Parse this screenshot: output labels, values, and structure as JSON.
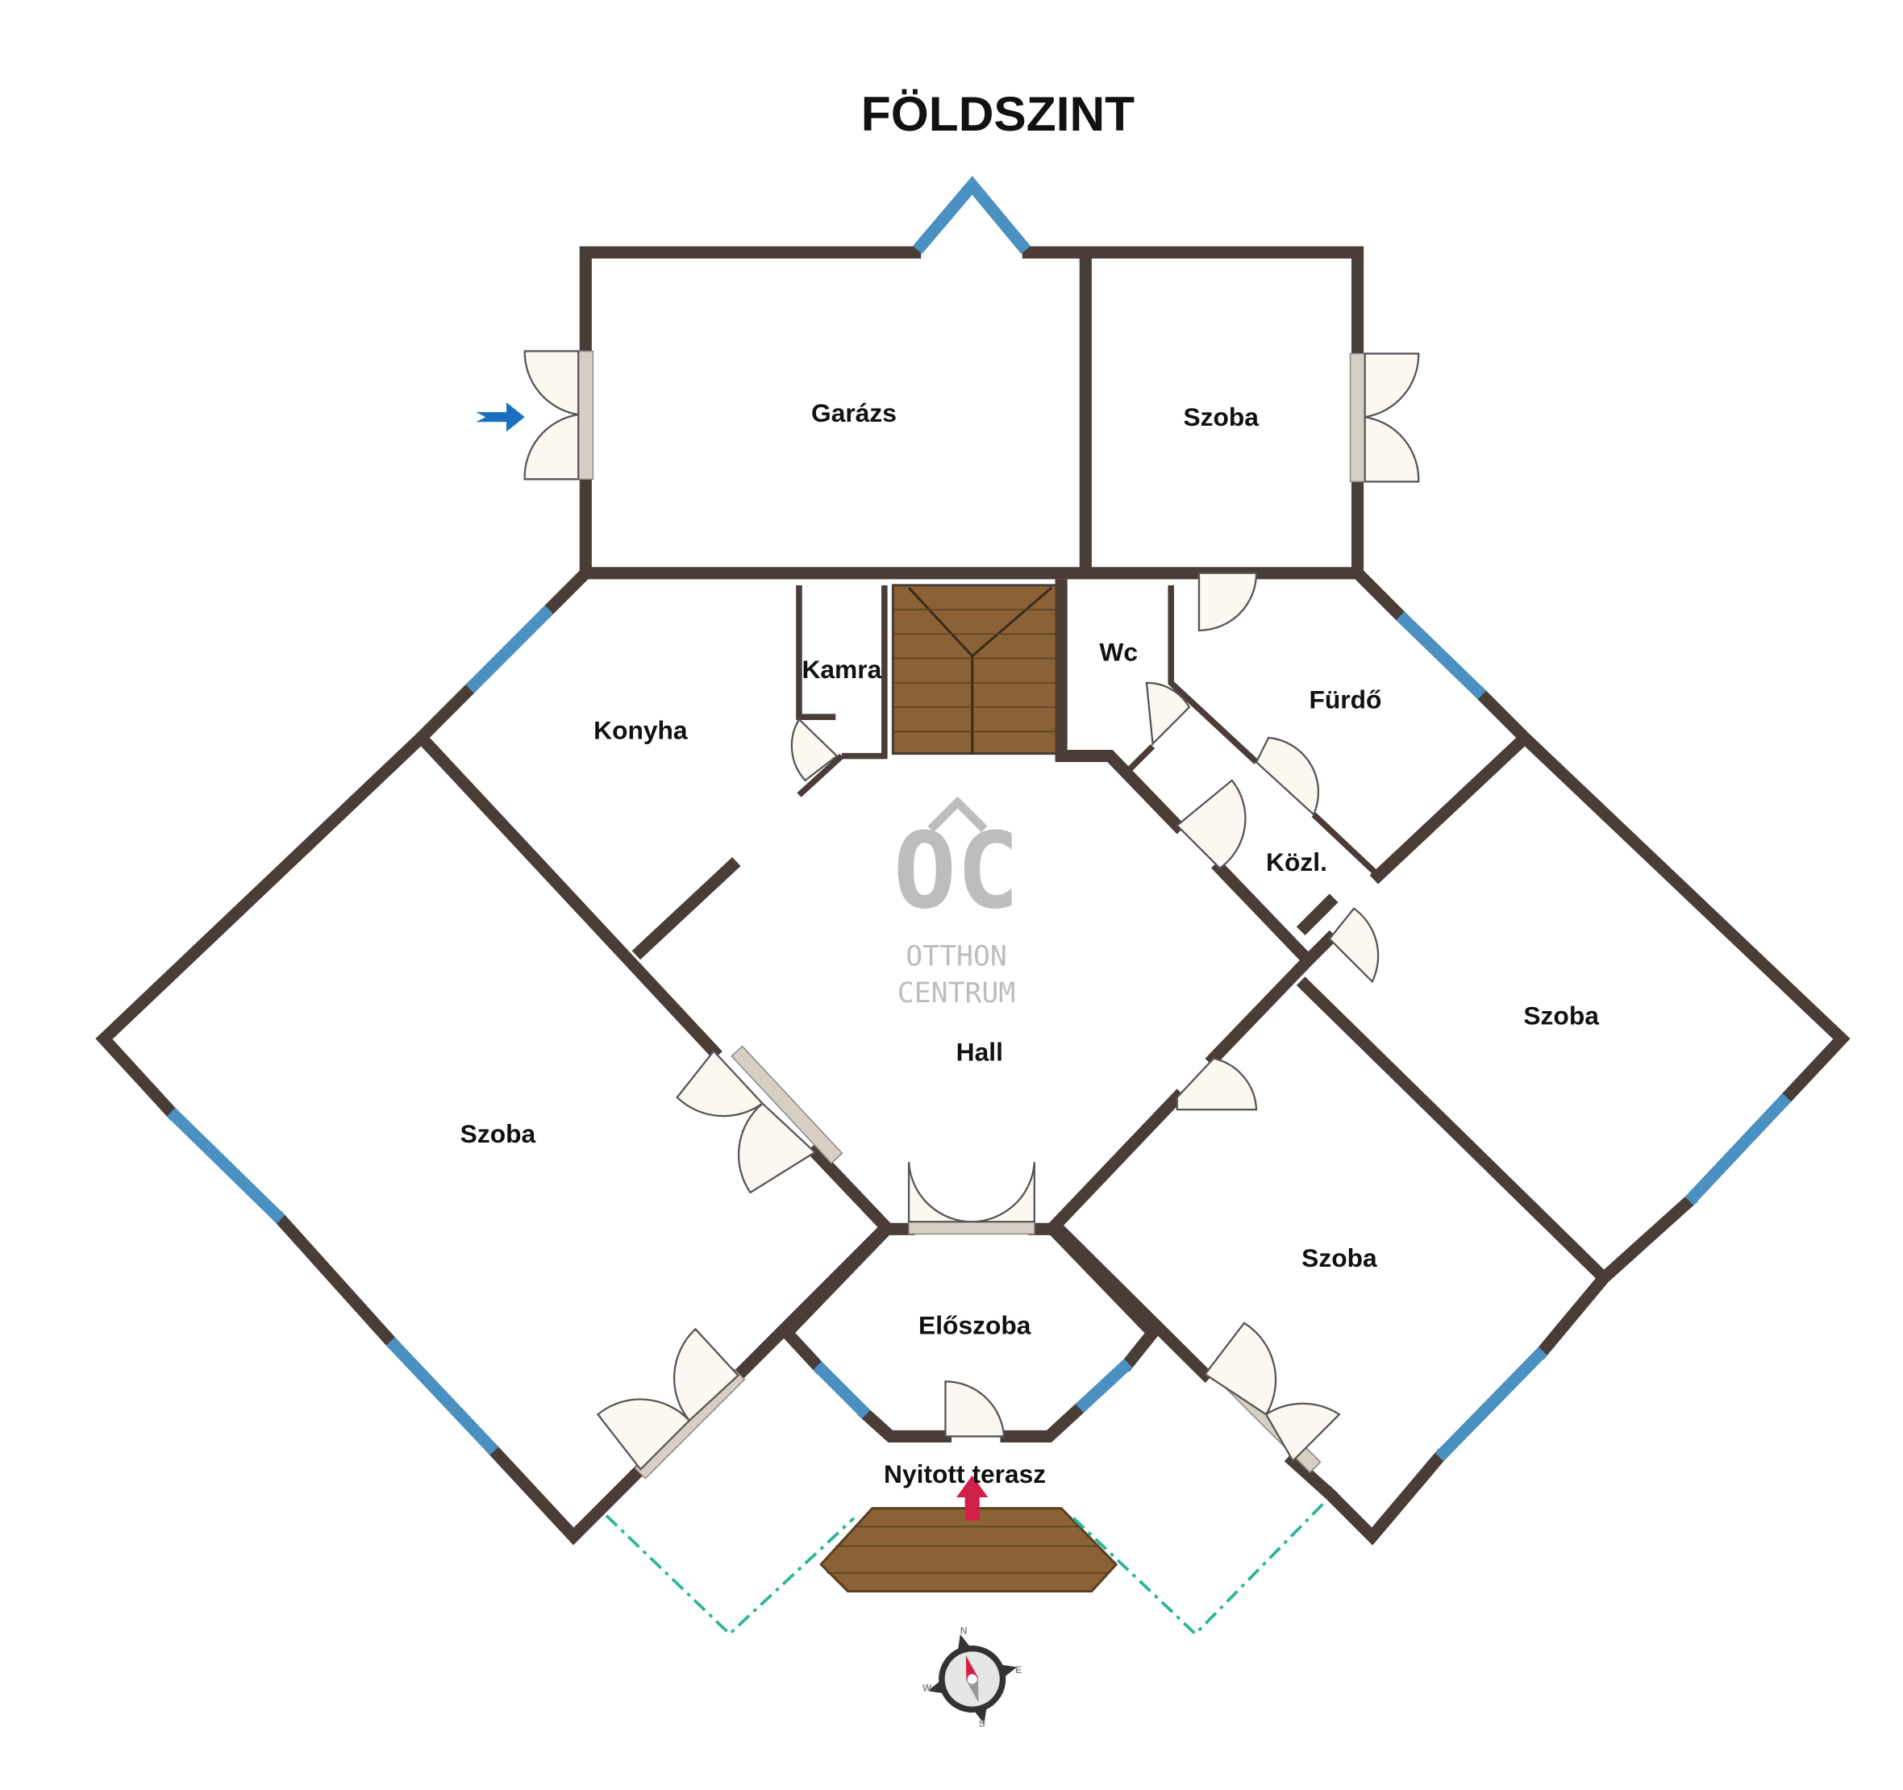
{
  "title": "FÖLDSZINT",
  "rooms": {
    "garage": "Garázs",
    "room_top_right": "Szoba",
    "kitchen": "Konyha",
    "pantry": "Kamra",
    "wc": "Wc",
    "bathroom": "Fürdő",
    "corridor": "Közl.",
    "hall": "Hall",
    "room_left": "Szoba",
    "room_right": "Szoba",
    "room_bottom_right": "Szoba",
    "entrance": "Előszoba",
    "terrace": "Nyitott terasz"
  },
  "logo": {
    "mark": "OC",
    "line1": "OTTHON",
    "line2": "CENTRUM"
  },
  "compass": {
    "n": "N",
    "e": "E",
    "s": "S",
    "w": "W"
  },
  "colors": {
    "wall": "#4a3c36",
    "window": "#4a90c0",
    "deck": "#8a6235",
    "terrace_border": "#2bb59a",
    "entry_arrow": "#d0204a",
    "garage_arrow": "#1a6fc0"
  }
}
